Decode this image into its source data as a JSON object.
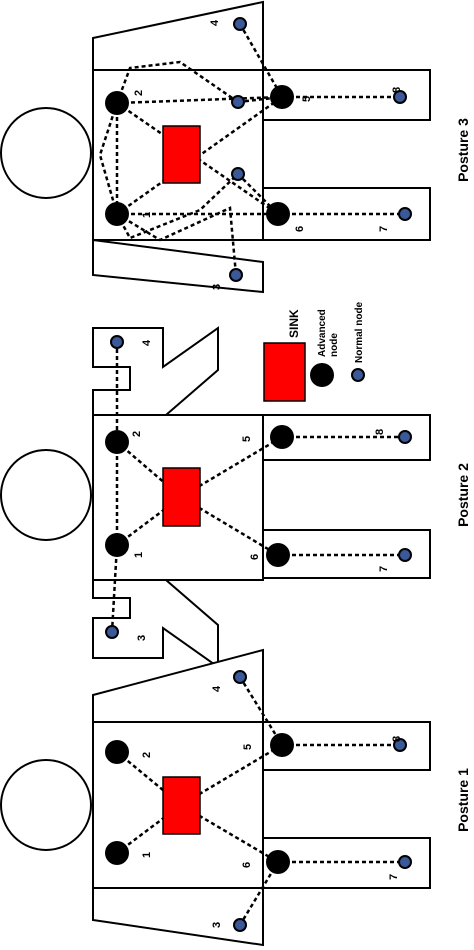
{
  "postures": [
    {
      "title": "Posture 3"
    },
    {
      "title": "Posture 2"
    },
    {
      "title": "Posture 1"
    }
  ],
  "node_labels": {
    "n1": "1",
    "n2": "2",
    "n3": "3",
    "n4": "4",
    "n5": "5",
    "n6": "6",
    "n7": "7",
    "n8": "8"
  },
  "legend": {
    "sink": "SINK",
    "advanced_line1": "Advanced",
    "advanced_line2": "node",
    "normal": "Normal node"
  },
  "colors": {
    "sink": "#ff0000",
    "normal_node": "#3b5998",
    "advanced_node": "#000000"
  }
}
